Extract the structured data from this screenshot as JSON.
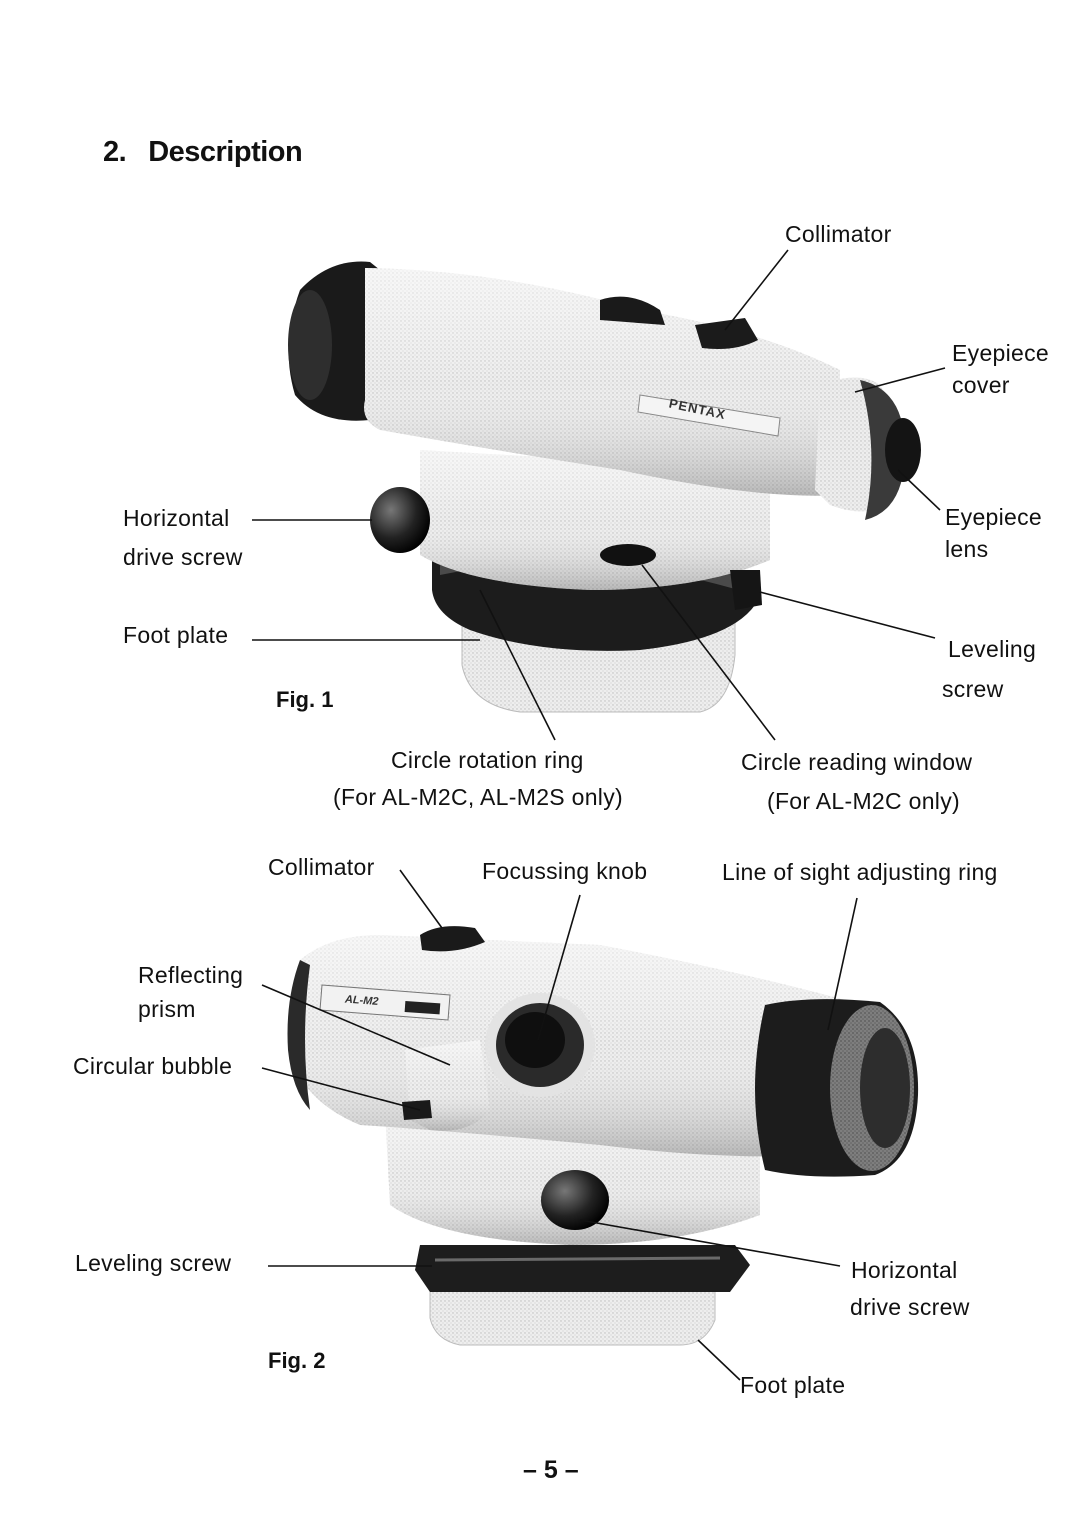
{
  "section": {
    "number": "2.",
    "title": "Description"
  },
  "fig1": {
    "caption": "Fig. 1",
    "brand_text": "PENTAX",
    "labels": {
      "collimator": "Collimator",
      "eyepiece_cover_1": "Eyepiece",
      "eyepiece_cover_2": "cover",
      "eyepiece_lens_1": "Eyepiece",
      "eyepiece_lens_2": "lens",
      "horizontal_drive_1": "Horizontal",
      "horizontal_drive_2": "drive screw",
      "foot_plate": "Foot plate",
      "leveling_screw_1": "Leveling",
      "leveling_screw_2": "screw",
      "circle_rotation_1": "Circle rotation  ring",
      "circle_rotation_2": "(For AL-M2C, AL-M2S only)",
      "circle_reading_1": "Circle reading window",
      "circle_reading_2": "(For AL-M2C only)"
    }
  },
  "fig2": {
    "caption": "Fig. 2",
    "model_text": "AL-M2",
    "labels": {
      "collimator": "Collimator",
      "focussing_knob": "Focussing knob",
      "line_of_sight": "Line of sight adjusting ring",
      "reflecting_prism_1": "Reflecting",
      "reflecting_prism_2": "prism",
      "circular_bubble": "Circular bubble",
      "leveling_screw": "Leveling screw",
      "horizontal_drive_1": "Horizontal",
      "horizontal_drive_2": "drive screw",
      "foot_plate": "Foot plate"
    }
  },
  "page_number": "– 5 –"
}
